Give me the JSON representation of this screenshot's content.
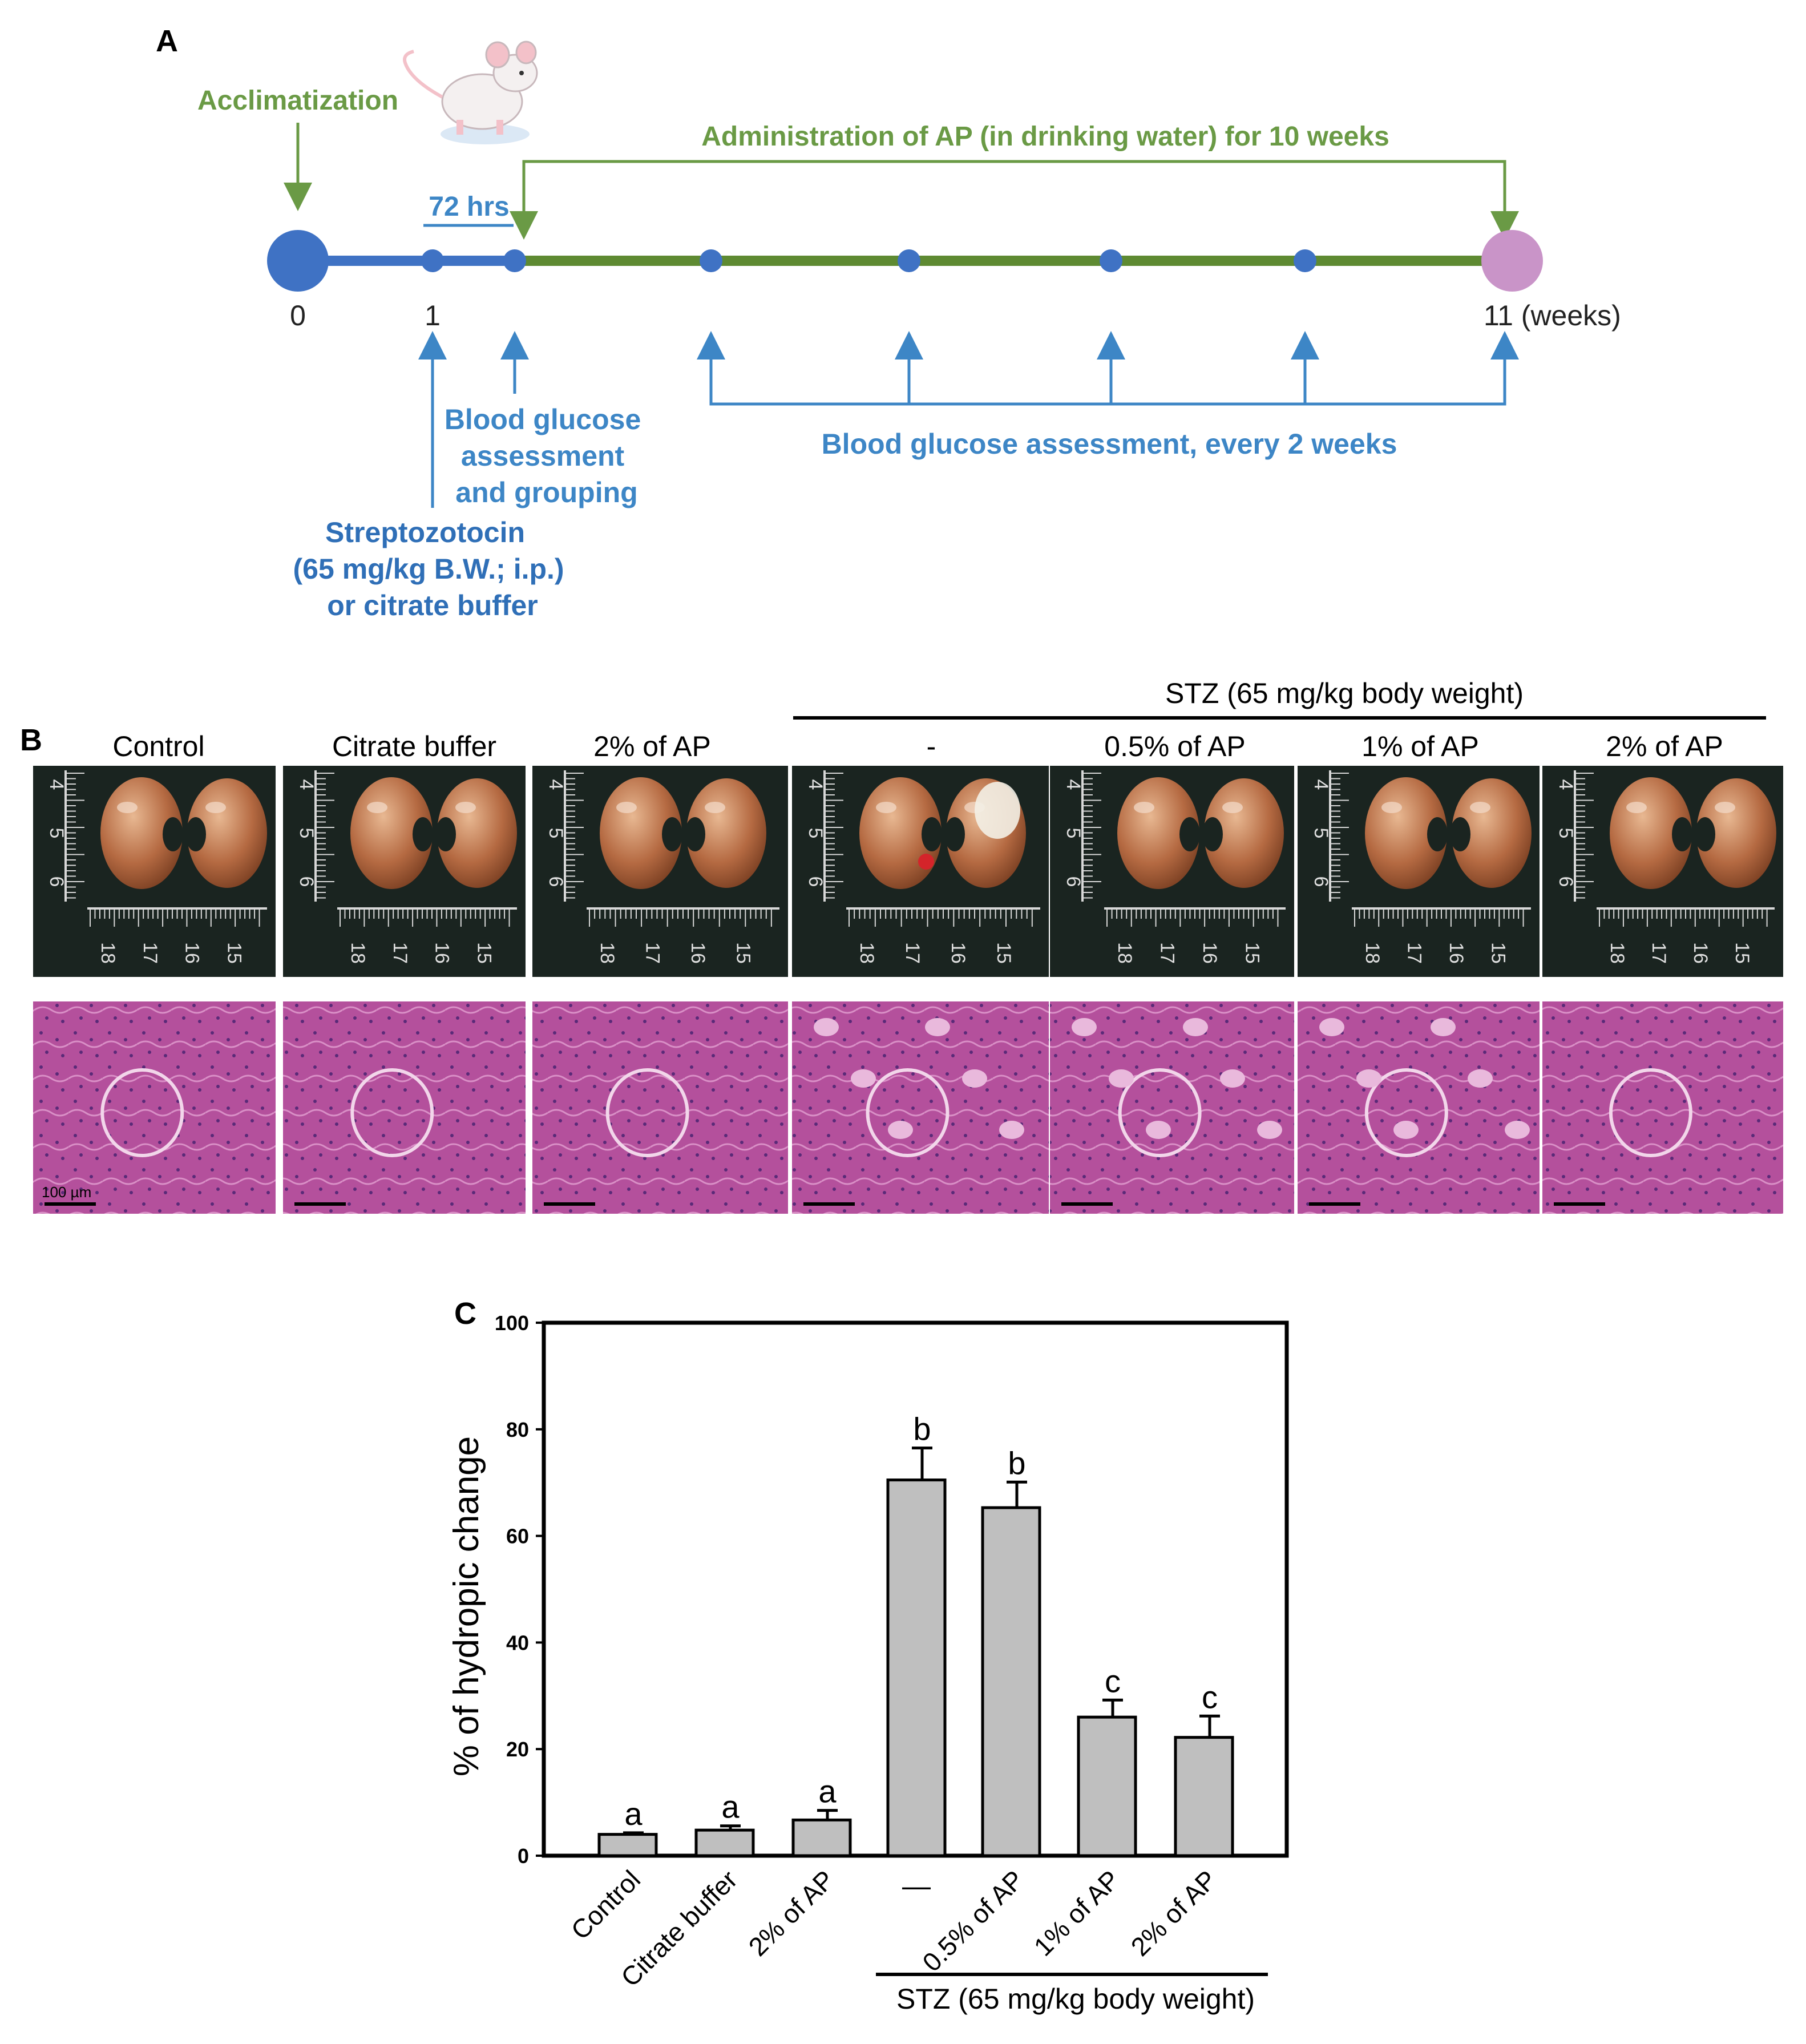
{
  "panel_a": {
    "label": "A",
    "acclimatization": "Acclimatization",
    "administration": "Administration of AP (in drinking water) for 10 weeks",
    "hrs": "72 hrs",
    "tick_0": "0",
    "tick_1": "1",
    "tick_11": "11 (weeks)",
    "blood_glucose_grouping": [
      "Blood glucose",
      "assessment",
      "and grouping"
    ],
    "blood_glucose_every": "Blood glucose assessment, every 2 weeks",
    "streptozotocin": [
      "Streptozotocin",
      "(65 mg/kg B.W.; i.p.)",
      "or citrate buffer"
    ],
    "colors": {
      "green": "#6a9a45",
      "blue": "#3d86c6",
      "dark_blue": "#2f6fb7",
      "end_node": "#c994c8"
    }
  },
  "panel_b": {
    "label": "B",
    "stz_header": "STZ (65 mg/kg body weight)",
    "columns": [
      "Control",
      "Citrate buffer",
      "2% of AP",
      "-",
      "0.5% of AP",
      "1% of AP",
      "2% of AP"
    ],
    "ruler_vertical": [
      "4",
      "5",
      "6"
    ],
    "ruler_horizontal": [
      "18",
      "17",
      "16",
      "15"
    ],
    "scale_bar": "100 µm"
  },
  "panel_c": {
    "label": "C",
    "stz_footer": "STZ (65 mg/kg body weight)",
    "chart_data": {
      "type": "bar",
      "categories": [
        "Control",
        "Citrate buffer",
        "2% of AP",
        "—",
        "0.5% of AP",
        "1% of AP",
        "2% of AP"
      ],
      "values": [
        4.0,
        4.8,
        6.7,
        70.5,
        65.3,
        26.0,
        22.2
      ],
      "errors": [
        0.3,
        0.8,
        1.8,
        6.0,
        4.8,
        3.2,
        4.0
      ],
      "significance": [
        "a",
        "a",
        "a",
        "b",
        "b",
        "c",
        "c"
      ],
      "ylabel": "% of hydropic change",
      "ylim": [
        0,
        100
      ],
      "yticks": [
        "0",
        "20",
        "40",
        "60",
        "80",
        "100"
      ],
      "bar_color": "#bfbfbf"
    }
  }
}
